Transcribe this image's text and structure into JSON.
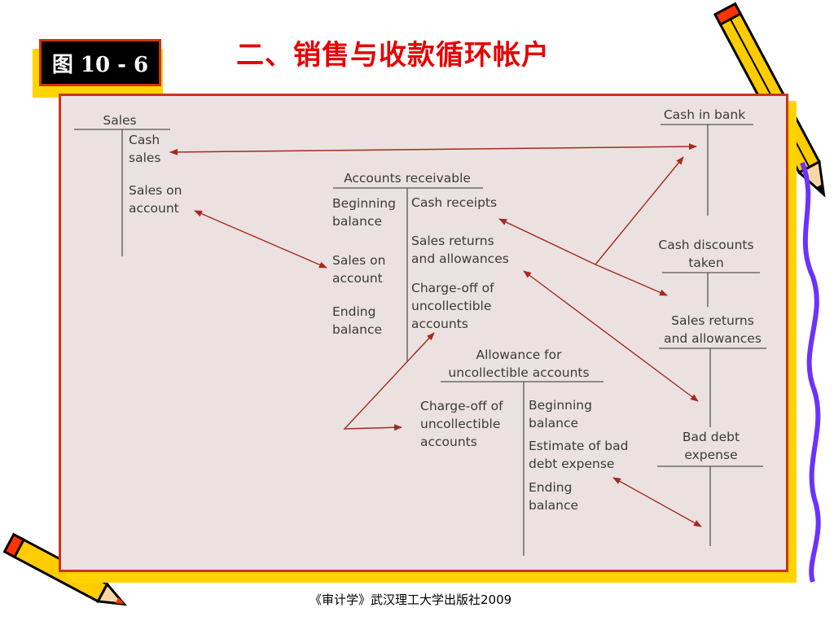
{
  "figure_label": "图 10 - 6",
  "title": "二、销售与收款循环帐户",
  "footer": "《审计学》武汉理工大学出版社2009",
  "colors": {
    "title": "#e60000",
    "panel_bg": "#ece1e1",
    "panel_border": "#c8371a",
    "arrow": "#a52a1e",
    "shadow": "#ffd400"
  },
  "accounts": {
    "sales": {
      "name": "Sales",
      "credits": [
        "Cash\nsales",
        "Sales on\naccount"
      ]
    },
    "cash_in_bank": {
      "name": "Cash in bank"
    },
    "accounts_receivable": {
      "name": "Accounts receivable",
      "debits": [
        "Beginning\nbalance",
        "Sales on\naccount",
        "Ending\nbalance"
      ],
      "credits": [
        "Cash receipts",
        "Sales returns\nand allowances",
        "Charge-off of\nuncollectible\naccounts"
      ]
    },
    "cash_discounts_taken": {
      "name": "Cash discounts\ntaken"
    },
    "sales_returns_allowances": {
      "name": "Sales returns\nand allowances"
    },
    "allowance_uncollectible": {
      "name": "Allowance for\nuncollectible accounts",
      "debits": [
        "Charge-off of\nuncollectible\naccounts"
      ],
      "credits": [
        "Beginning\nbalance",
        "Estimate of bad\ndebt expense",
        "Ending\nbalance"
      ]
    },
    "bad_debt_expense": {
      "name": "Bad debt\nexpense"
    }
  }
}
